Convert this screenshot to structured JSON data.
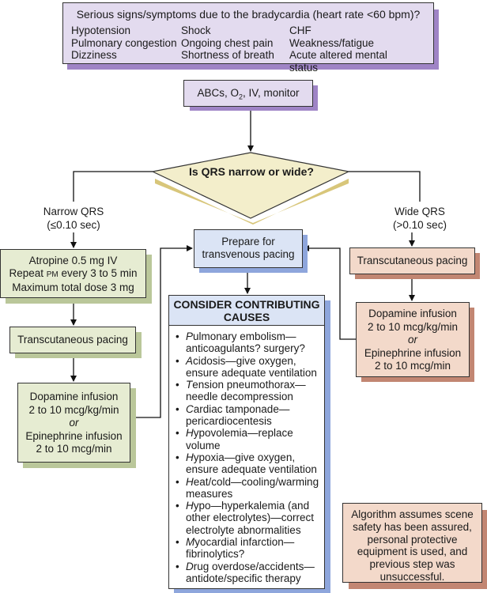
{
  "symptoms_box": {
    "question": "Serious signs/symptoms due to the bradycardia (heart rate <60 bpm)?",
    "items": [
      "Hypotension",
      "Shock",
      "CHF",
      "Pulmonary congestion",
      "Ongoing chest pain",
      "Weakness/fatigue",
      "Dizziness",
      "Shortness of breath",
      "Acute altered mental status"
    ]
  },
  "initial_step": {
    "text_before": "ABCs, O",
    "subscript": "2",
    "text_after": ", IV, monitor"
  },
  "decision": {
    "question": "Is QRS narrow or wide?"
  },
  "narrow_branch": {
    "label": "Narrow QRS",
    "criterion": "(≤0.10 sec)",
    "atropine": {
      "line1": "Atropine 0.5 mg IV",
      "line2_before": "Repeat ",
      "line2_smallcaps": "PM",
      "line2_after": " every 3 to 5 min",
      "line3": "Maximum total dose 3 mg"
    },
    "pacing": "Transcutaneous pacing",
    "infusion": {
      "line1": "Dopamine infusion",
      "line2": "2 to 10 mcg/kg/min",
      "or": "or",
      "line3": "Epinephrine infusion",
      "line4": "2 to 10 mcg/min"
    }
  },
  "wide_branch": {
    "label": "Wide QRS",
    "criterion": "(>0.10 sec)",
    "pacing": "Transcutaneous pacing",
    "infusion": {
      "line1": "Dopamine infusion",
      "line2": "2 to 10 mcg/kg/min",
      "or": "or",
      "line3": "Epinephrine infusion",
      "line4": "2 to 10 mcg/min"
    }
  },
  "transvenous": {
    "line1": "Prepare for",
    "line2": "transvenous pacing"
  },
  "causes": {
    "title_line1": "CONSIDER CONTRIBUTING",
    "title_line2": "CAUSES",
    "items": [
      {
        "initial": "P",
        "rest": "ulmonary embolism— anticoagulants? surgery?"
      },
      {
        "initial": "A",
        "rest": "cidosis—give oxygen, ensure adequate ventilation"
      },
      {
        "initial": "T",
        "rest": "ension pneumothorax— needle decompression"
      },
      {
        "initial": "C",
        "rest": "ardiac tamponade— pericardiocentesis"
      },
      {
        "initial": "H",
        "rest": "ypovolemia—replace volume"
      },
      {
        "initial": "H",
        "rest": "ypoxia—give oxygen, ensure adequate ventilation"
      },
      {
        "initial": "H",
        "rest": "eat/cold—cooling/warming measures"
      },
      {
        "initial": "H",
        "rest": "ypo—hyperkalemia (and other electrolytes)—correct electrolyte abnormalities"
      },
      {
        "initial": "M",
        "rest": "yocardial infarction— fibrinolytics?"
      },
      {
        "initial": "D",
        "rest": "rug overdose/accidents— antidote/specific therapy"
      }
    ]
  },
  "note": {
    "text": "Algorithm assumes scene safety has been assured, personal protective equipment is used, and previous step was unsuccessful."
  },
  "colors": {
    "purple_fill": "#e3dbef",
    "purple_shadow": "#9f84c6",
    "green_fill": "#e6ecd2",
    "green_shadow": "#bac79a",
    "blue_fill": "#dbe4f5",
    "blue_shadow": "#8ea6dc",
    "pink_fill": "#f3d9ca",
    "pink_shadow": "#c28672",
    "diamond_fill": "#f3eecb",
    "diamond_shadow": "#d8c67a"
  }
}
